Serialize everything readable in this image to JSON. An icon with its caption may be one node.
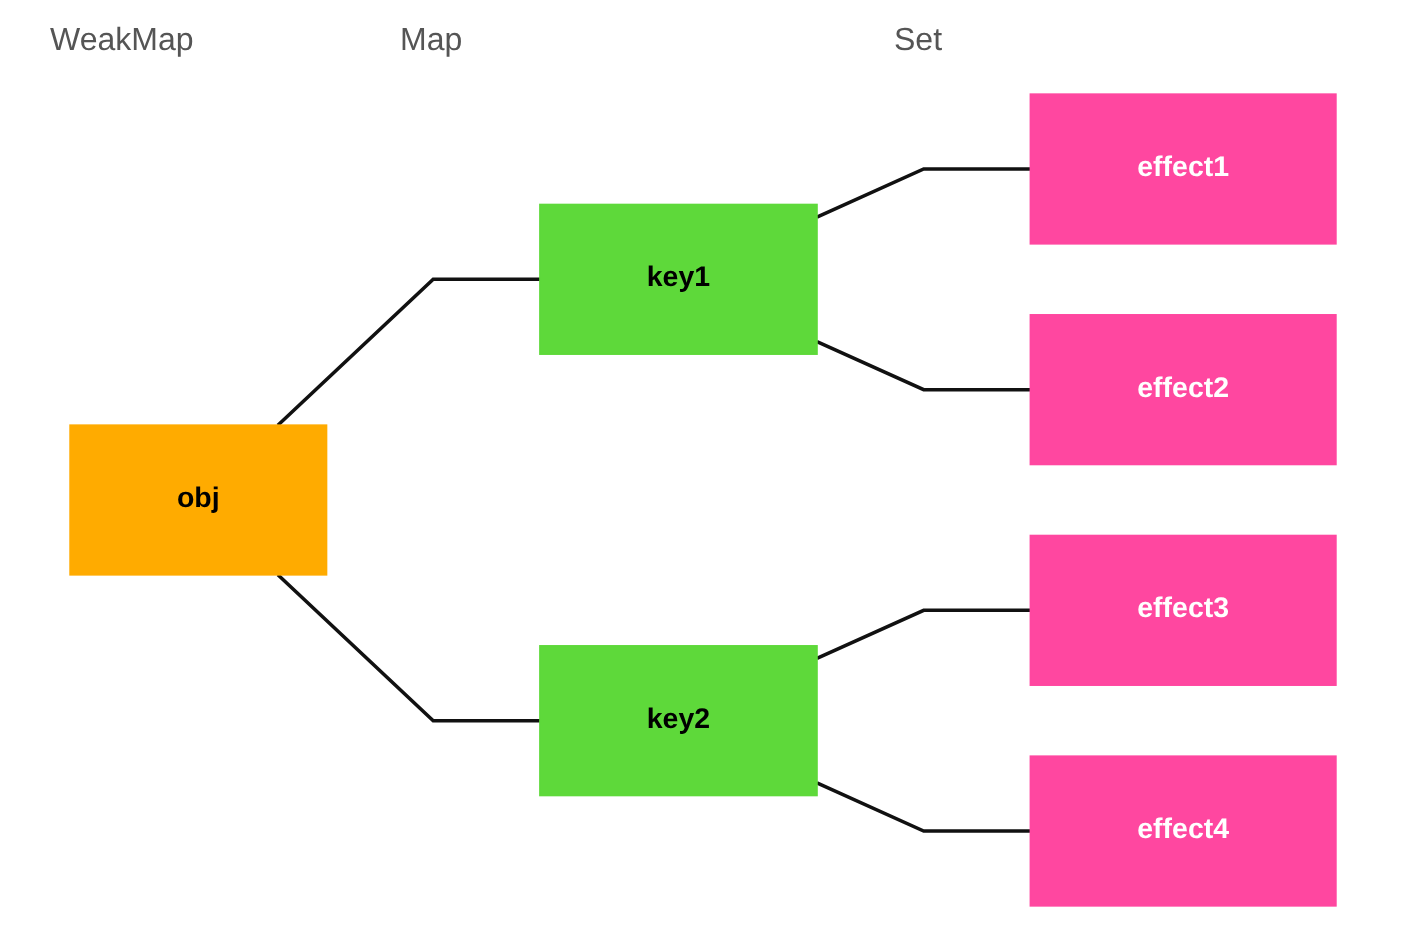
{
  "diagram": {
    "nodes": [
      {
        "text": [
          "obj"
        ]
      },
      {
        "text": [
          "key1"
        ]
      },
      {
        "text": [
          "key2"
        ]
      },
      {
        "text": [
          "effect1"
        ]
      },
      {
        "text": [
          "effect2"
        ]
      },
      {
        "text": [
          "effect3"
        ]
      },
      {
        "text": [
          "effect4"
        ]
      }
    ],
    "edges": [
      {
        "from": 0,
        "to": 1,
        "arrow": "none"
      },
      {
        "from": 0,
        "to": 2,
        "arrow": "none"
      },
      {
        "from": 1,
        "to": 3,
        "arrow": "none"
      },
      {
        "from": 1,
        "to": 4,
        "arrow": "none"
      },
      {
        "from": 2,
        "to": 5,
        "arrow": "none"
      },
      {
        "from": 2,
        "to": 6,
        "arrow": "none"
      }
    ],
    "labels": [
      "WeakMap",
      "Map",
      "Set"
    ]
  }
}
